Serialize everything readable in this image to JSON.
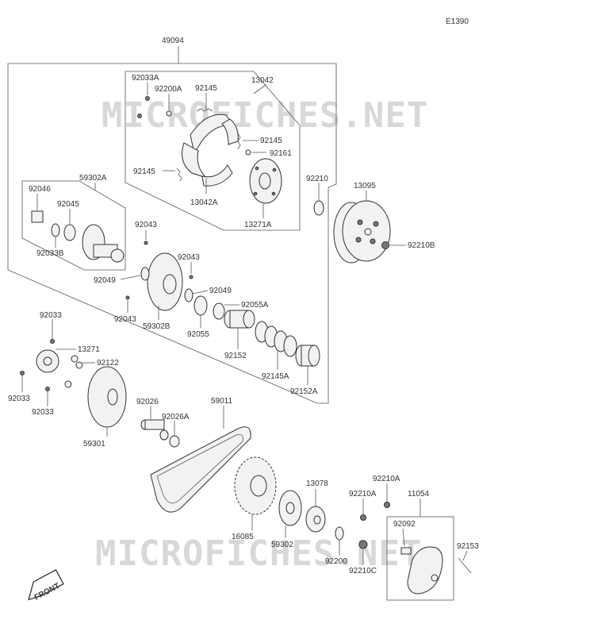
{
  "diagram_code": "E1390",
  "watermark": "MICROFICHES.NET",
  "front_badge": "FRONT",
  "labels": {
    "l49094": "49094",
    "l92033A": "92033A",
    "l92200A": "92200A",
    "l92145a": "92145",
    "l13042": "13042",
    "l92145b": "92145",
    "l92161": "92161",
    "l92145c": "92145",
    "l13042A": "13042A",
    "l13271A": "13271A",
    "l92210": "92210",
    "l13095": "13095",
    "l92210B": "92210B",
    "l59302A": "59302A",
    "l92046": "92046",
    "l92045": "92045",
    "l92033B": "92033B",
    "l92043a": "92043",
    "l92043b": "92043",
    "l92049a": "92049",
    "l92049b": "92049",
    "l92055A": "92055A",
    "l92043c": "92043",
    "l59302B": "59302B",
    "l92055": "92055",
    "l92152": "92152",
    "l92145A": "92145A",
    "l92152A": "92152A",
    "l92033a": "92033",
    "l13271": "13271",
    "l92122": "92122",
    "l92033b": "92033",
    "l92033c": "92033",
    "l92026": "92026",
    "l92026A": "92026A",
    "l59011": "59011",
    "l59301": "59301",
    "l13078": "13078",
    "l92210Aa": "92210A",
    "l92210Ab": "92210A",
    "l11054": "11054",
    "l92092": "92092",
    "l16085": "16085",
    "l59302": "59302",
    "l92200": "92200",
    "l92210C": "92210C",
    "l92153": "92153"
  }
}
